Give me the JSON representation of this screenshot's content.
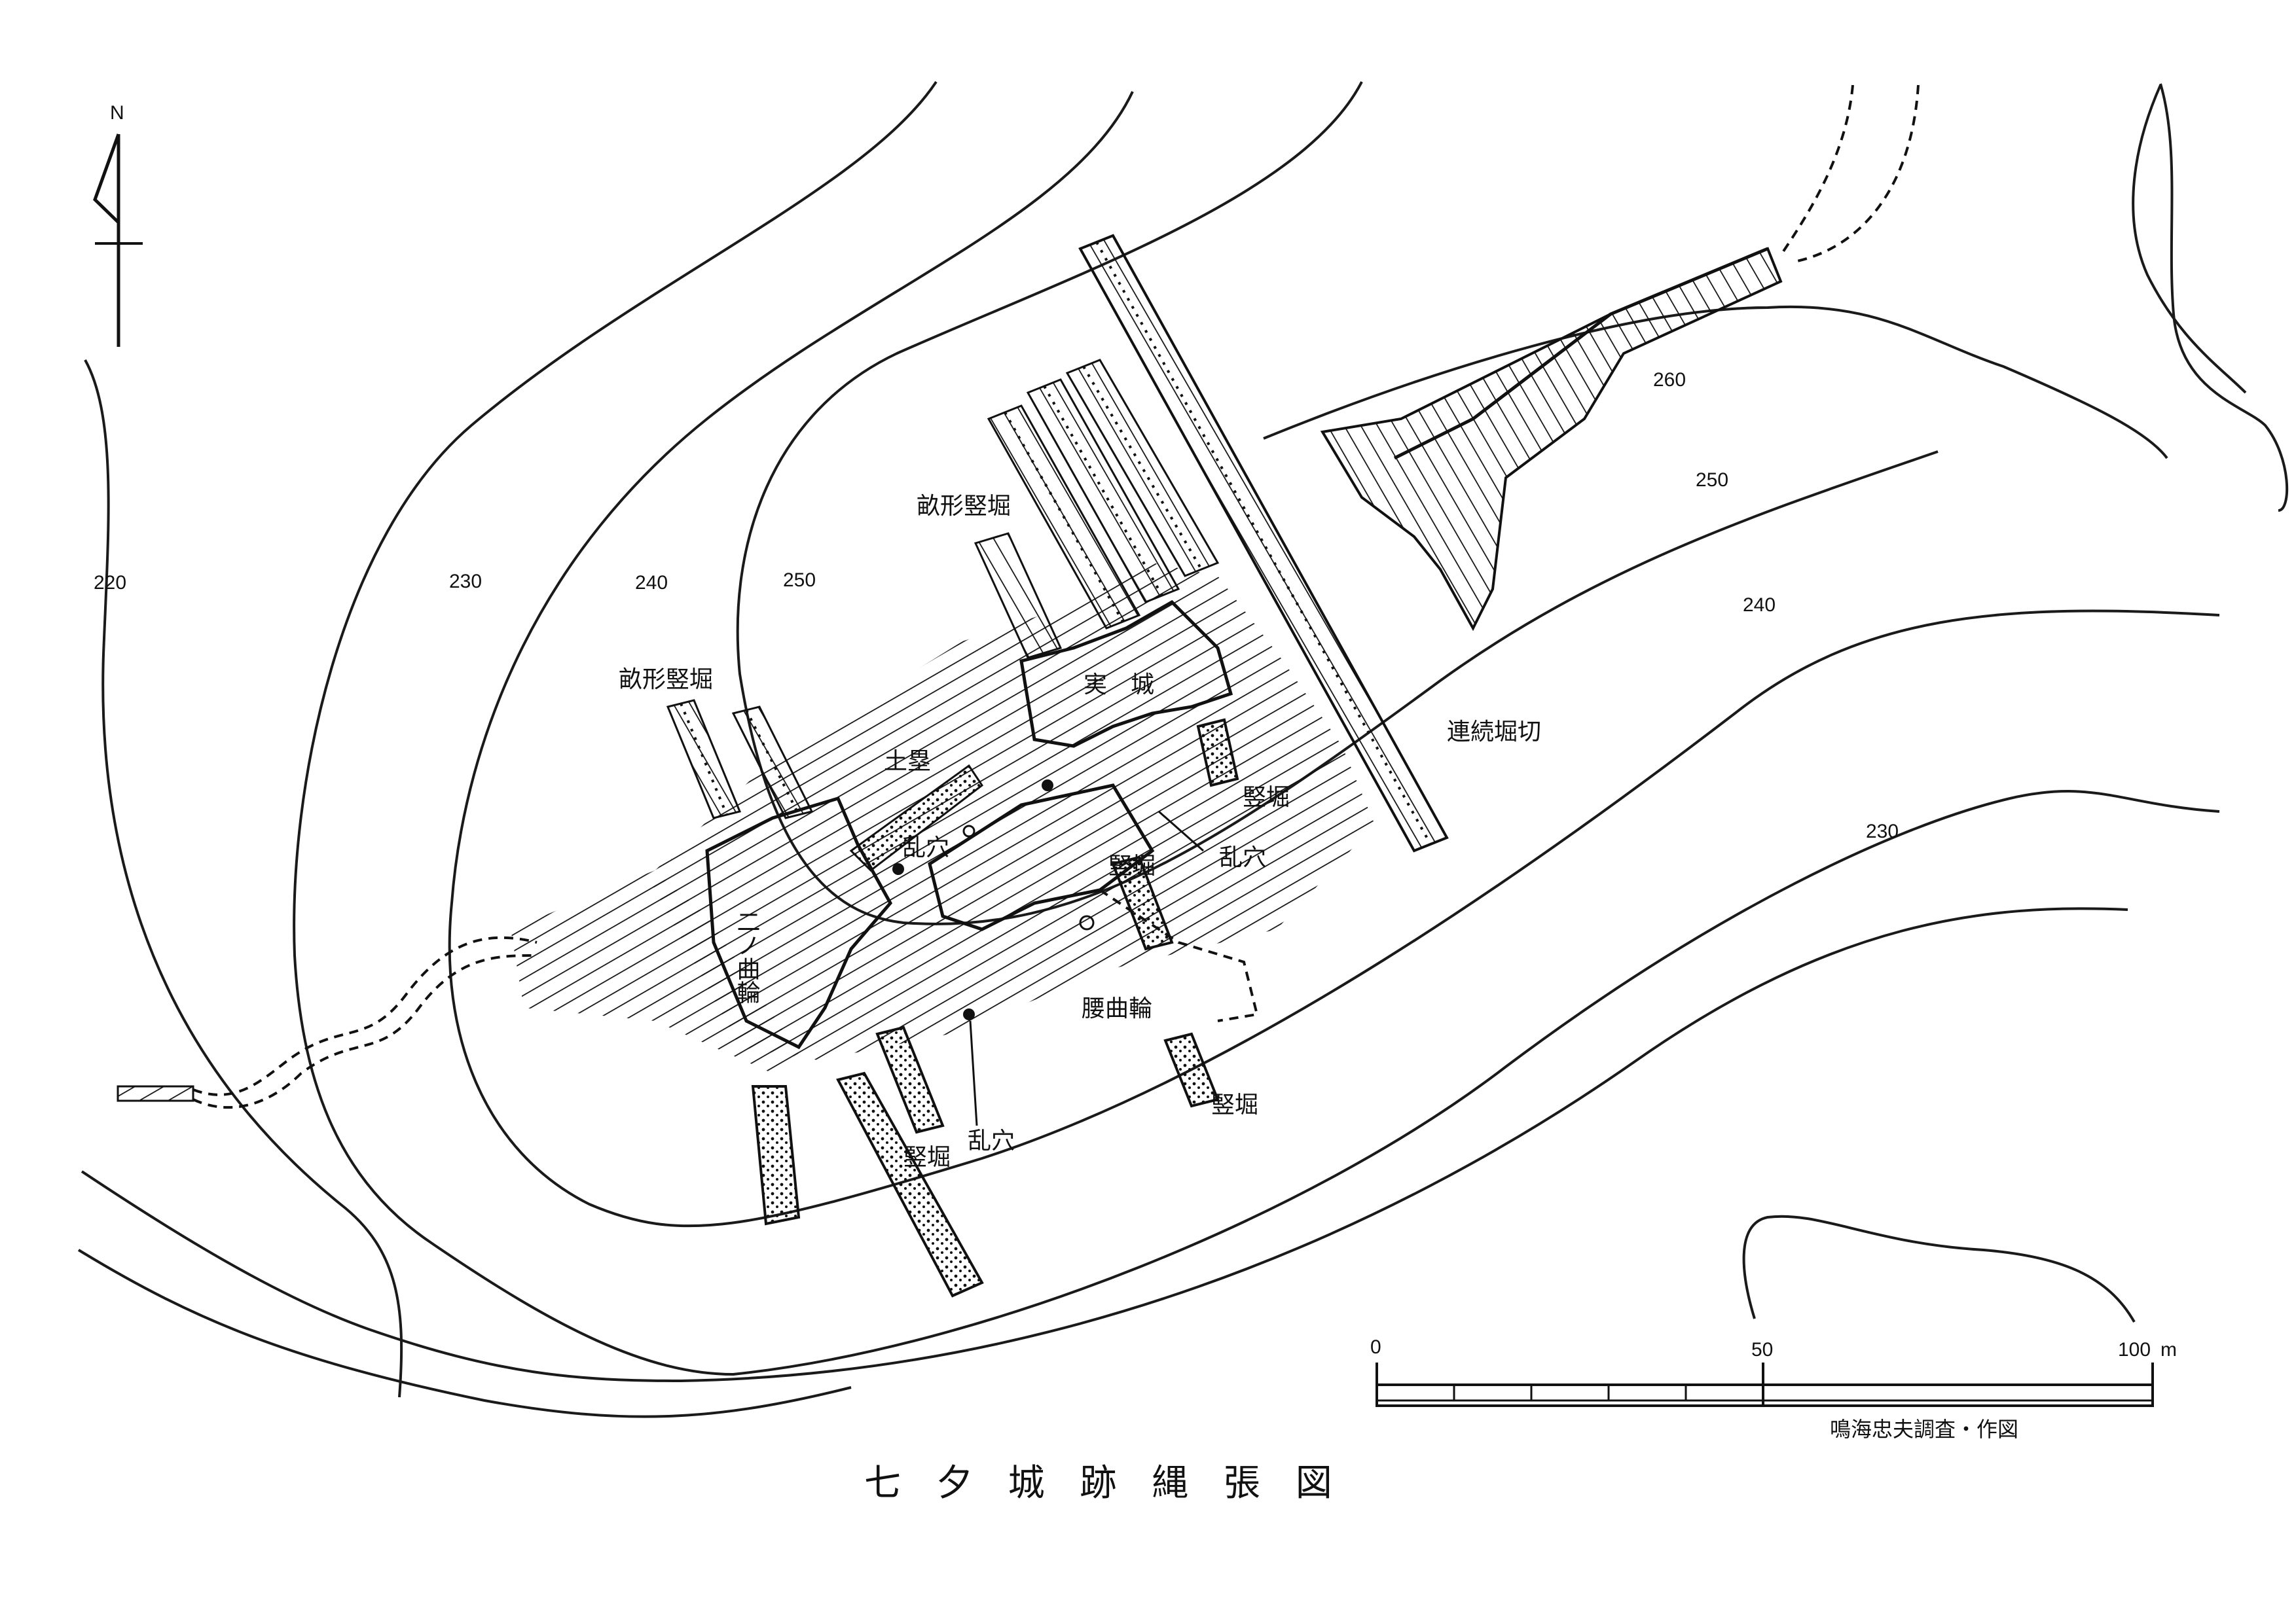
{
  "map": {
    "title": "七 夕 城 跡 縄 張 図",
    "credit": "鳴海忠夫調査・作図",
    "north_label": "N",
    "contours": [
      "220",
      "230",
      "240",
      "250",
      "250",
      "240",
      "230",
      "260"
    ],
    "labels": {
      "jitsujo": "実　城",
      "niNoKuruwa": "二ノ曲輪",
      "koshiKuruwa": "腰曲輪",
      "dorui": "土塁",
      "uneTatebori1": "畝形竪堀",
      "uneTatebori2": "畝形竪堀",
      "renzokuHorikiri": "連続堀切",
      "tatebori1": "竪堀",
      "tatebori2": "竪堀",
      "tatebori3": "竪堀",
      "tatebori4": "竪堀",
      "ranketsu1": "乱穴",
      "ranketsu2": "乱穴",
      "ranketsu3": "乱穴"
    },
    "scale": {
      "ticks": [
        "0",
        "50",
        "100"
      ],
      "unit": "m"
    }
  }
}
